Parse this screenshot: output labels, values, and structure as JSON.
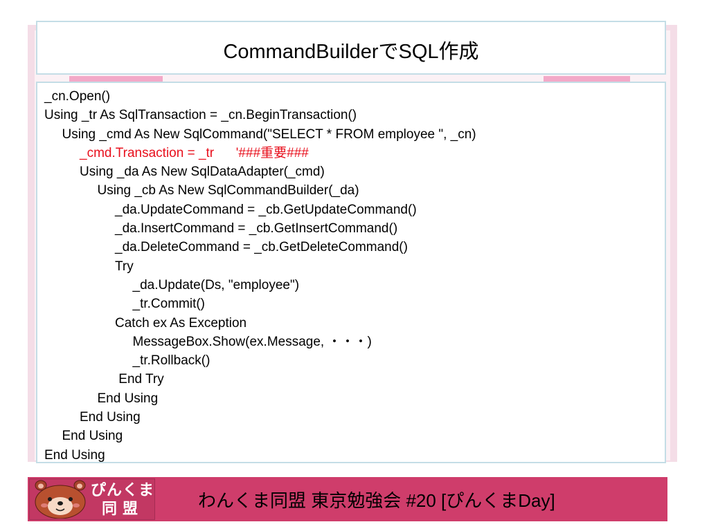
{
  "slide": {
    "title": "CommandBuilderでSQL作成"
  },
  "code_lines": [
    {
      "text": "_cn.Open()",
      "indent": 0
    },
    {
      "text": "Using _tr As SqlTransaction = _cn.BeginTransaction()",
      "indent": 0
    },
    {
      "text": "Using _cmd As New SqlCommand(\"SELECT * FROM employee \", _cn)",
      "indent": 1
    },
    {
      "text": "_cmd.Transaction = _tr      '###重要###",
      "indent": 2,
      "highlight": true
    },
    {
      "text": "Using _da As New SqlDataAdapter(_cmd)",
      "indent": 2
    },
    {
      "text": "Using _cb As New SqlCommandBuilder(_da)",
      "indent": 3
    },
    {
      "text": "_da.UpdateCommand = _cb.GetUpdateCommand()",
      "indent": 4
    },
    {
      "text": "_da.InsertCommand = _cb.GetInsertCommand()",
      "indent": 4
    },
    {
      "text": "_da.DeleteCommand = _cb.GetDeleteCommand()",
      "indent": 4
    },
    {
      "text": "Try",
      "indent": 4
    },
    {
      "text": "_da.Update(Ds, \"employee\")",
      "indent": 5
    },
    {
      "text": "_tr.Commit()",
      "indent": 5
    },
    {
      "text": "Catch ex As Exception",
      "indent": 4
    },
    {
      "text": "MessageBox.Show(ex.Message, ・・・)",
      "indent": 5
    },
    {
      "text": "_tr.Rollback()",
      "indent": 5
    },
    {
      "text": " End Try",
      "indent": 4
    },
    {
      "text": "End Using",
      "indent": 3
    },
    {
      "text": "End Using",
      "indent": 2
    },
    {
      "text": "End Using",
      "indent": 1
    },
    {
      "text": "End Using",
      "indent": 0
    }
  ],
  "footer": {
    "logo_line1": "ぴんくま",
    "logo_line2": "同盟",
    "text": "わんくま同盟 東京勉強会 #20   [ぴんくまDay]"
  },
  "colors": {
    "footer_bg": "#cf3d6b",
    "highlight_text": "#e8101d",
    "panel_border": "#c4dde6"
  }
}
